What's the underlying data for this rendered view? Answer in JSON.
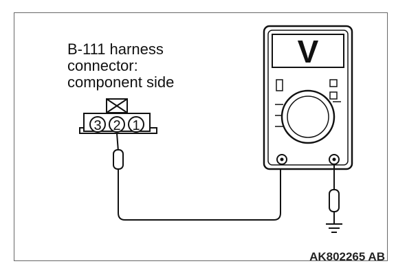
{
  "connector": {
    "label_lines": [
      "B-111 harness",
      "connector:",
      "component side"
    ],
    "pins": [
      "3",
      "2",
      "1"
    ]
  },
  "meter": {
    "mode_symbol": "V"
  },
  "figure": {
    "reference_code": "AK802265 AB"
  }
}
